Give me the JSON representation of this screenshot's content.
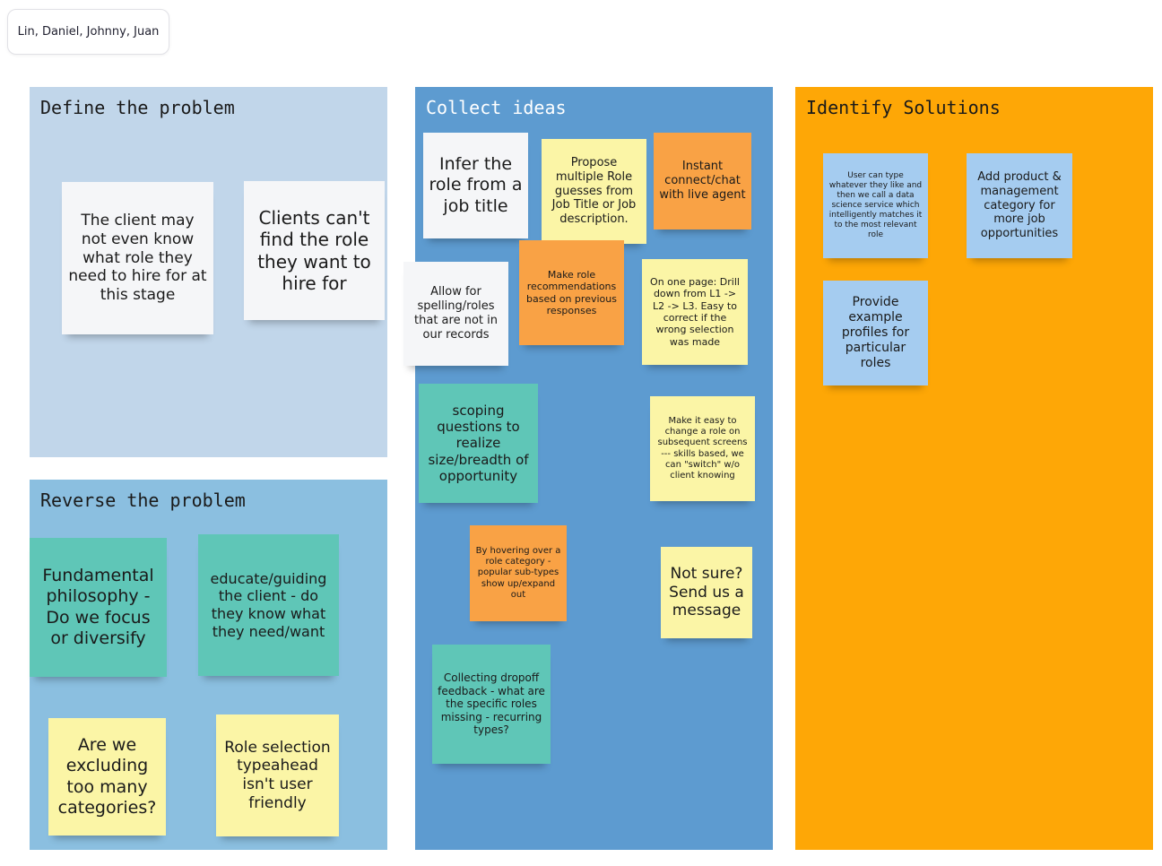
{
  "participants": "Lin, Daniel, Johnny, Juan",
  "colors": {
    "frame_define": "#c1d6ea",
    "frame_reverse": "#8bbfe0",
    "frame_collect": "#5d9bd0",
    "frame_identify": "#fea706",
    "sticky_white": "#f5f6f8",
    "sticky_yellow": "#fbf5a6",
    "sticky_orange": "#f9a245",
    "sticky_teal": "#5fc6b7",
    "sticky_blue": "#a5ccf0"
  },
  "frames": {
    "define": {
      "title": "Define the problem",
      "notes": [
        "The client may not even know what role they need to hire for at this stage",
        "Clients can't find the role they want to hire for"
      ]
    },
    "reverse": {
      "title": "Reverse the problem",
      "notes": [
        "Fundamental philosophy - Do we focus or diversify",
        "educate/guiding the client - do they know what they need/want",
        "Are we excluding too many categories?",
        "Role selection typeahead isn't user friendly"
      ]
    },
    "collect": {
      "title": "Collect ideas",
      "notes": [
        "Infer the role from a job title",
        "Propose multiple Role guesses from Job Title or Job description.",
        "Instant connect/chat with live agent",
        "Allow for spelling/roles that are not in our records",
        "Make role recommendations based on previous responses",
        "On one page: Drill down from L1 -> L2 -> L3. Easy to correct if the wrong selection was made",
        "scoping questions to realize size/breadth of opportunity",
        "Make it easy to change a role on subsequent screens --- skills based, we can \"switch\" w/o client knowing",
        "By hovering over a role category - popular sub-types show up/expand out",
        "Not sure? Send us a message",
        "Collecting dropoff feedback - what are the specific roles missing - recurring types?"
      ]
    },
    "identify": {
      "title": "Identify Solutions",
      "notes": [
        "User can type whatever they like and then we call a data science service which intelligently matches it to the most relevant role",
        "Add product & management category for more job opportunities",
        "Provide example profiles for particular roles"
      ]
    }
  }
}
